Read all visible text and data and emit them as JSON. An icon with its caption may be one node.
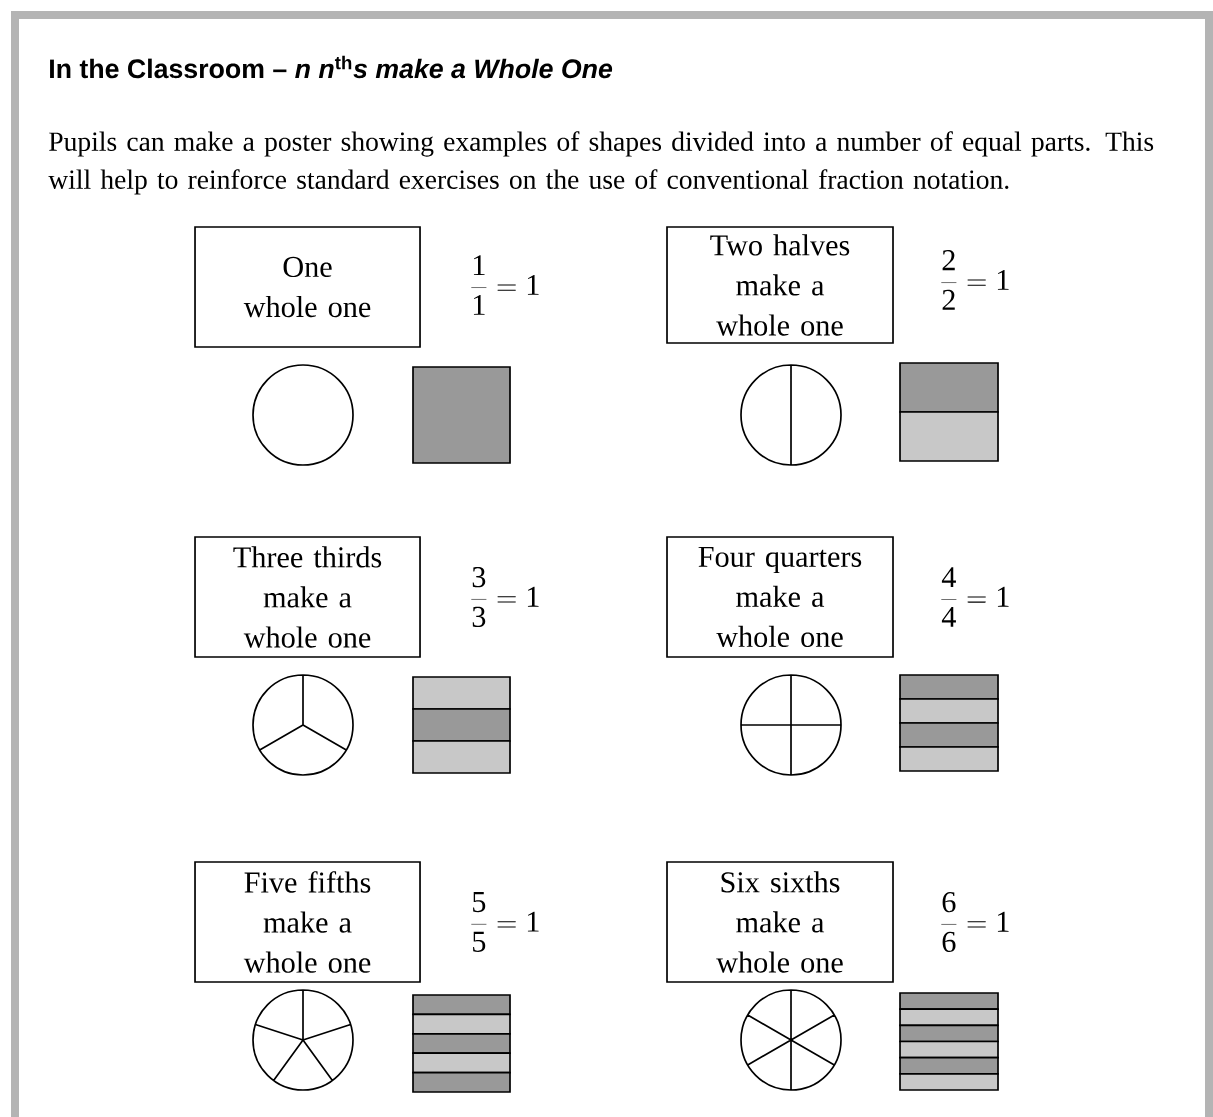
{
  "diagram": {
    "title": "In the Classroom – *n n*$^{th}$*s make a Whole One*",
    "nodes": [
      {
        "text": [
          "One whole one"
        ],
        "beside": [
          "\\frac{1}{1} = 1"
        ]
      },
      {
        "text": [
          "Two halves make a whole one"
        ],
        "beside": [
          "\\frac{2}{2} = 1"
        ]
      },
      {
        "text": [
          "Three thirds make a whole one"
        ],
        "beside": [
          "\\frac{3}{3} = 1"
        ]
      },
      {
        "text": [
          "Four quarters make a whole one"
        ],
        "beside": [
          "\\frac{4}{4} = 1"
        ]
      },
      {
        "text": [
          "Five fifths make a whole one"
        ],
        "beside": [
          "\\frac{5}{5} = 1"
        ]
      },
      {
        "text": [
          "Six sixths make a whole one"
        ],
        "beside": [
          "\\frac{6}{6} = 1"
        ]
      }
    ],
    "labels": [
      "Pupils can make a poster showing examples of shapes divided into a number of equal parts. This will help to reinforce standard exercises on the use of conventional fraction notation."
    ]
  }
}
